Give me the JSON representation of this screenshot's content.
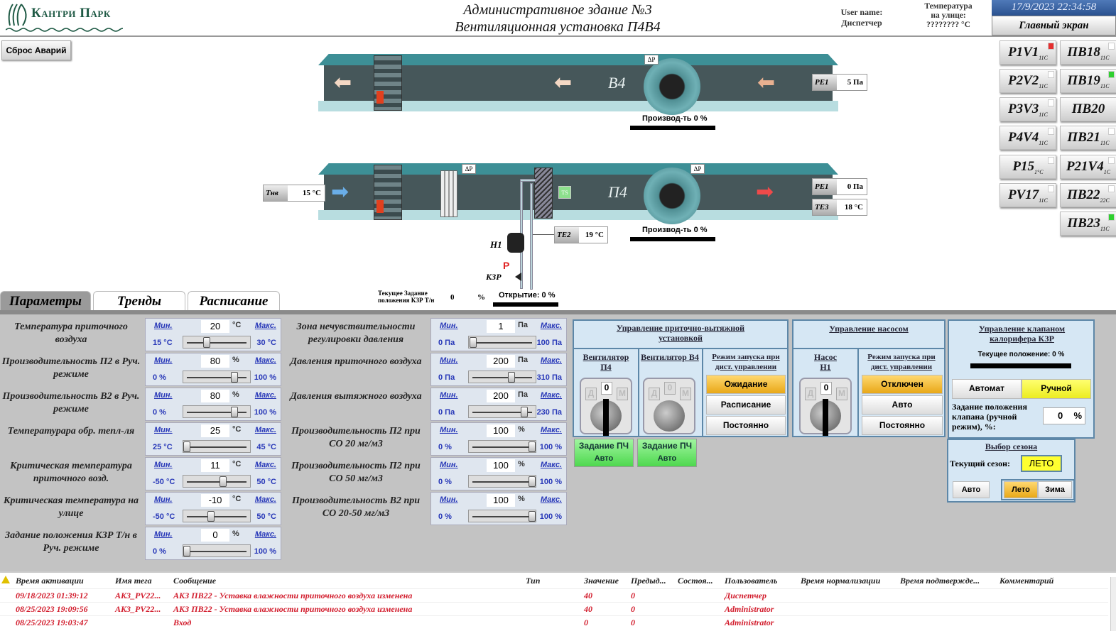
{
  "header": {
    "logo_text": "Кантри Парк",
    "title_line1": "Административное здание №3",
    "title_line2": "Вентиляционная установка П4В4",
    "user_label": "User name:",
    "user_value": "Диспетчер",
    "outdoor_temp_label1": "Температура",
    "outdoor_temp_label2": "на улице:",
    "outdoor_temp_value": "???????? °C",
    "datetime": "17/9/2023 22:34:58",
    "main_screen_button": "Главный экран"
  },
  "reset_alarms_button": "Сброс Аварий",
  "nav_buttons": [
    {
      "label": "P1V1",
      "sub": "11C",
      "indicator": "#e53030"
    },
    {
      "label": "ПВ18",
      "sub": "11C",
      "indicator": "#ffffff"
    },
    {
      "label": "P2V2",
      "sub": "11C",
      "indicator": "#ffffff"
    },
    {
      "label": "ПВ19",
      "sub": "11C",
      "indicator": "#30d030"
    },
    {
      "label": "P3V3",
      "sub": "11C",
      "indicator": "#ffffff"
    },
    {
      "label": "ПВ20",
      "sub": "",
      "indicator": ""
    },
    {
      "label": "P4V4",
      "sub": "11C",
      "indicator": "#ffffff"
    },
    {
      "label": "ПВ21",
      "sub": "11C",
      "indicator": "#ffffff"
    },
    {
      "label": "P15",
      "sub": "1°C",
      "indicator": "#ffffff"
    },
    {
      "label": "P21V4",
      "sub": "1C",
      "indicator": "#ffffff"
    },
    {
      "label": "PV17",
      "sub": "11C",
      "indicator": "#ffffff"
    },
    {
      "label": "ПВ22",
      "sub": "22C",
      "indicator": "#ffffff"
    },
    {
      "label": "ПВ23",
      "sub": "11C",
      "indicator": "#30d030"
    }
  ],
  "exhaust": {
    "name": "В4",
    "dp_label": "ΔP",
    "pe1_label": "PE1",
    "pe1_value": "5 Па",
    "performance_label": "Производ-ть 0 %",
    "performance_percent": 0
  },
  "supply": {
    "name": "П4",
    "dp_label": "ΔP",
    "tnv_label": "Тнв",
    "tnv_value": "15 °C",
    "pe1_label": "PE1",
    "pe1_value": "0 Па",
    "te3_label": "TE3",
    "te3_value": "18 °C",
    "te2_label": "TE2",
    "te2_value": "19 °C",
    "ts_label": "TS",
    "pump_label": "H1",
    "valve_label": "КЗР",
    "p_label": "P",
    "performance_label": "Производ-ть 0 %",
    "performance_percent": 0,
    "current_setpoint_label": "Текущее Задание положения КЗР Т/н",
    "current_setpoint_value": "0",
    "current_setpoint_unit": "%",
    "opening_label": "Открытие: 0 %",
    "opening_percent": 0
  },
  "tabs": [
    {
      "label": "Параметры",
      "active": true
    },
    {
      "label": "Тренды",
      "active": false
    },
    {
      "label": "Расписание",
      "active": false
    }
  ],
  "params_left": [
    {
      "label": "Температура приточного воздуха",
      "value": "20",
      "unit": "°C",
      "min": "15 °C",
      "max": "30 °C",
      "fraction": 0.33
    },
    {
      "label": "Производительность П2 в Руч. режиме",
      "value": "80",
      "unit": "%",
      "min": "0 %",
      "max": "100 %",
      "fraction": 0.8
    },
    {
      "label": "Производительность В2 в Руч. режиме",
      "value": "80",
      "unit": "%",
      "min": "0 %",
      "max": "100 %",
      "fraction": 0.8
    },
    {
      "label": "Температурара обр. тепл-ля",
      "value": "25",
      "unit": "°C",
      "min": "25 °C",
      "max": "45 °C",
      "fraction": 0
    },
    {
      "label": "Критическая температура приточного возд.",
      "value": "11",
      "unit": "°C",
      "min": "-50 °C",
      "max": "50 °C",
      "fraction": 0.61
    },
    {
      "label": "Критическая температура на улице",
      "value": "-10",
      "unit": "°C",
      "min": "-50 °C",
      "max": "50 °C",
      "fraction": 0.4
    },
    {
      "label": "Задание положения КЗР Т/н в Руч. режиме",
      "value": "0",
      "unit": "%",
      "min": "0 %",
      "max": "100 %",
      "fraction": 0
    }
  ],
  "params_right": [
    {
      "label": "Зона нечувствительности регулировки давления",
      "value": "1",
      "unit": "Па",
      "min": "0 Па",
      "max": "100 Па",
      "fraction": 0.01
    },
    {
      "label": "Давления приточного воздуха",
      "value": "200",
      "unit": "Па",
      "min": "0 Па",
      "max": "310 Па",
      "fraction": 0.65
    },
    {
      "label": "Давления вытяжного воздуха",
      "value": "200",
      "unit": "Па",
      "min": "0 Па",
      "max": "230 Па",
      "fraction": 0.87
    },
    {
      "label": "Производительность П2 при СО 20 мг/м3",
      "value": "100",
      "unit": "%",
      "min": "0 %",
      "max": "100 %",
      "fraction": 1
    },
    {
      "label": "Производительность П2 при СО 50 мг/м3",
      "value": "100",
      "unit": "%",
      "min": "0 %",
      "max": "100 %",
      "fraction": 1
    },
    {
      "label": "Производительность В2 при СО 20-50 мг/м3",
      "value": "100",
      "unit": "%",
      "min": "0 %",
      "max": "100 %",
      "fraction": 1
    }
  ],
  "min_link": "Мин.",
  "max_link": "Макс.",
  "ahu_control": {
    "title": "Управление приточно-вытяжной установкой",
    "fan_supply_label": "Вентилятор П4",
    "fan_exhaust_label": "Вентилятор В4",
    "mode_label": "Режим запуска при дист. управлении",
    "modes": [
      "Ожидание",
      "Расписание",
      "Постоянно"
    ],
    "active_mode": 0,
    "switch_pos_d": "Д",
    "switch_pos_0": "0",
    "switch_pos_m": "М",
    "vfd_supply_label": "Задание ПЧ",
    "vfd_supply_value": "Авто",
    "vfd_exhaust_label": "Задание ПЧ",
    "vfd_exhaust_value": "Авто"
  },
  "pump_control": {
    "title": "Управление насосом",
    "pump_label": "Насос Н1",
    "mode_label": "Режим запуска при дист. управлении",
    "modes": [
      "Отключен",
      "Авто",
      "Постоянно"
    ],
    "active_mode": 0
  },
  "valve_control": {
    "title": "Управление клапаном калорифера КЗР",
    "position_label": "Текущее положение: 0 %",
    "position_percent": 0,
    "auto_button": "Автомат",
    "manual_button": "Ручной",
    "setpoint_label": "Задание положения клапана (ручной режим), %:",
    "setpoint_value": "0",
    "setpoint_unit": "%"
  },
  "season": {
    "title": "Выбор сезона",
    "current_label": "Текущий сезон:",
    "current_value": "ЛЕТО",
    "auto_button": "Авто",
    "summer_button": "Лето",
    "winter_button": "Зима"
  },
  "alarms": {
    "columns": [
      "Время активации",
      "Имя тега",
      "Сообщение",
      "Тип",
      "Значение",
      "Предыд...",
      "Состоя...",
      "Пользователь",
      "Время нормализации",
      "Время подтвержде...",
      "Комментарий"
    ],
    "rows": [
      {
        "time": "09/18/2023 01:39:12",
        "tag": "AK3_PV22...",
        "message": "АКЗ ПВ22 - Уставка влажности приточного воздуха изменена",
        "type": "",
        "value": "40",
        "prev": "0",
        "state": "",
        "user": "Диспетчер"
      },
      {
        "time": "08/25/2023 19:09:56",
        "tag": "AK3_PV22...",
        "message": "АКЗ ПВ22 - Уставка влажности приточного воздуха изменена",
        "type": "",
        "value": "40",
        "prev": "0",
        "state": "",
        "user": "Administrator"
      },
      {
        "time": "08/25/2023 19:03:47",
        "tag": "",
        "message": "Вход",
        "type": "",
        "value": "0",
        "prev": "0",
        "state": "",
        "user": "Administrator"
      }
    ]
  }
}
